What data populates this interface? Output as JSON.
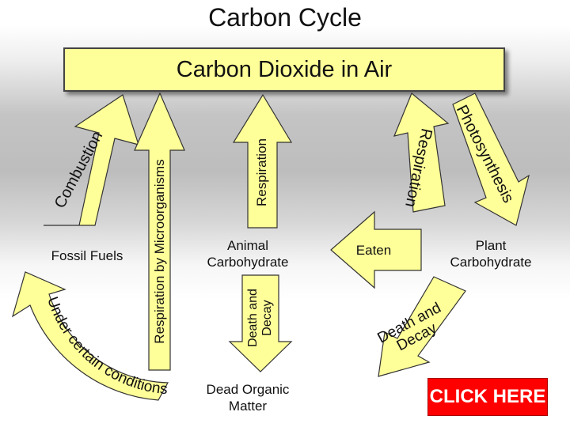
{
  "title": "Carbon Cycle",
  "header_box": "Carbon Dioxide in Air",
  "nodes": {
    "fossil_fuels": "Fossil Fuels",
    "animal_line1": "Animal",
    "animal_line2": "Carbohydrate",
    "eaten": "Eaten",
    "plant_line1": "Plant",
    "plant_line2": "Carbohydrate",
    "dead_line1": "Dead Organic",
    "dead_line2": "Matter"
  },
  "labels": {
    "combustion": "Combustion",
    "respiration_micro": "Respiration by Microorganisms",
    "respiration_center": "Respiration",
    "respiration_right": "Respiration",
    "photosynthesis": "Photosynthesis",
    "under_conditions": "Under certain conditions",
    "death_decay_left_line1": "Death and",
    "death_decay_left_line2": "Decay",
    "death_decay_right_line1": "Death and",
    "death_decay_right_line2": "Decay"
  },
  "button": {
    "label": "CLICK HERE"
  },
  "colors": {
    "arrow_fill": "#ffff99",
    "box_fill": "#ffff99",
    "button": "#ff0000"
  }
}
